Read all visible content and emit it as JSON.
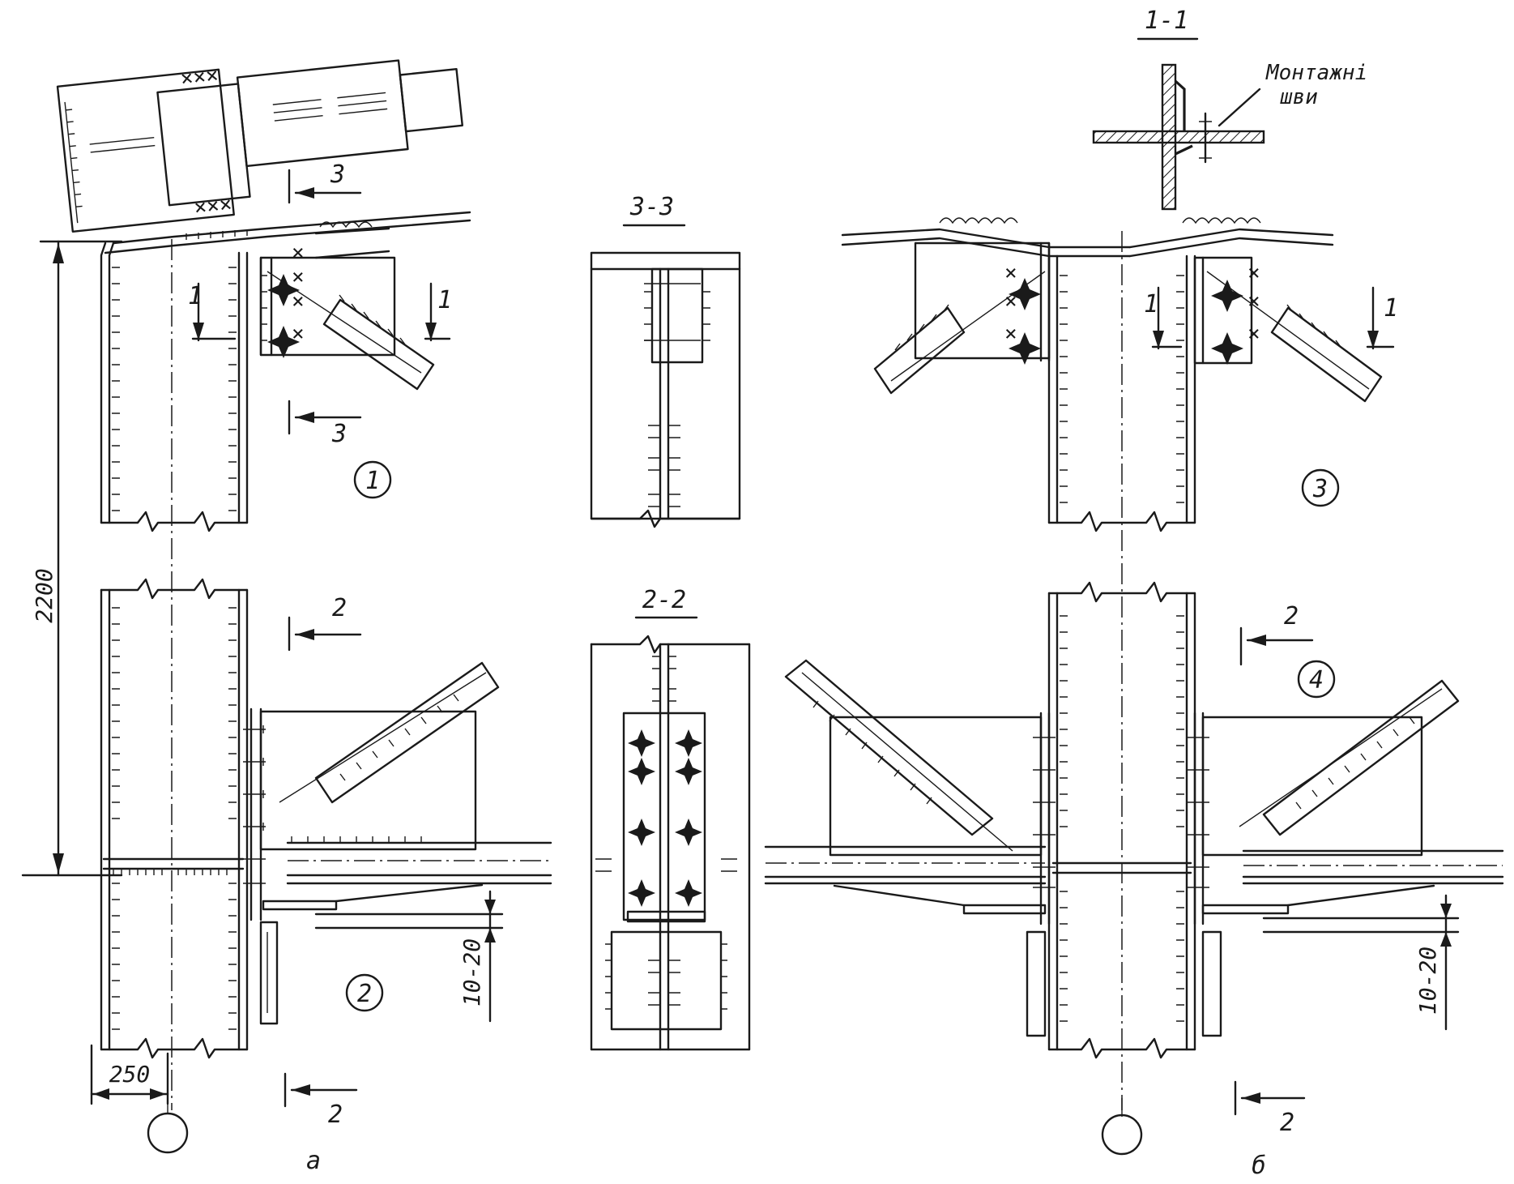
{
  "figure": {
    "section_labels": {
      "s1_1": "1-1",
      "s2_2": "2-2",
      "s3_3": "3-3"
    },
    "cut_markers": {
      "one": "1",
      "two": "2",
      "three": "3"
    },
    "node_numbers": [
      "1",
      "2",
      "3",
      "4"
    ],
    "dimensions": {
      "height": "2200",
      "offset": "250",
      "gap": "10-20"
    },
    "annotation": {
      "line1": "Монтажні",
      "line2": "шви"
    },
    "subfigure_labels": {
      "a": "а",
      "b": "б"
    }
  }
}
